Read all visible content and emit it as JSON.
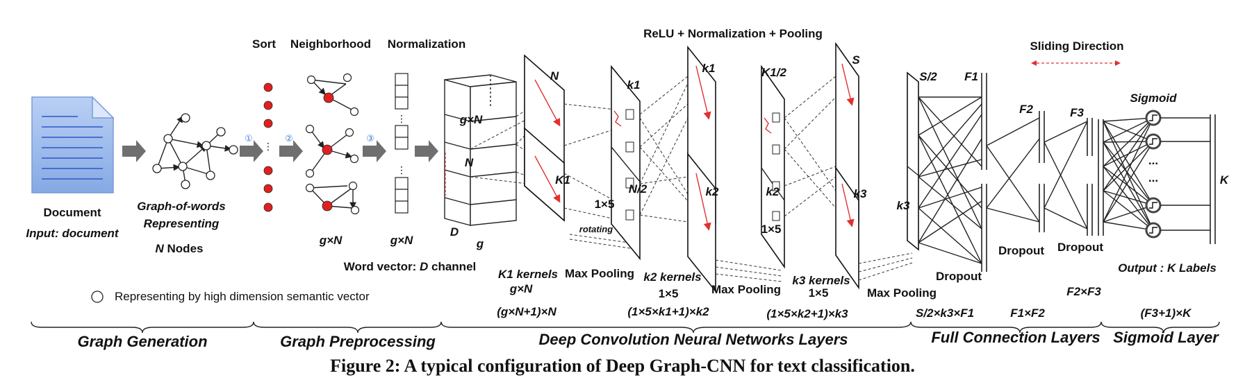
{
  "caption": "Figure 2: A typical configuration of Deep Graph-CNN for text classification.",
  "sections": {
    "graph_generation": "Graph Generation",
    "graph_preprocessing": "Graph Preprocessing",
    "dcnn": "Deep Convolution Neural Networks Layers",
    "full_connection": "Full Connection Layers",
    "sigmoid_layer": "Sigmoid Layer"
  },
  "input": {
    "document": "Document",
    "input_label": "Input: document"
  },
  "graph": {
    "title_line1": "Graph-of-words",
    "title_line2": "Representing",
    "n_prefix": "N",
    "n_suffix": " Nodes"
  },
  "steps": {
    "one": "①",
    "two": "②",
    "three": "③",
    "sort": "Sort",
    "neighborhood": "Neighborhood",
    "normalization": "Normalization"
  },
  "preproc": {
    "gxN_a": "g×N",
    "gxN_b": "g×N",
    "word_vector_prefix": "Word vector: ",
    "word_vector_D": "D",
    "word_vector_suffix": " channel"
  },
  "legend": {
    "text": "Representing by high dimension semantic vector"
  },
  "cube": {
    "gxN": "g×N",
    "N": "N",
    "D": "D",
    "g": "g"
  },
  "conv": {
    "header": "ReLU + Normalization + Pooling",
    "sliding": "Sliding Direction",
    "N": "N",
    "K1": "K1",
    "k1_top": "k1",
    "k1_mid": "k1",
    "N_half": "N/2",
    "k2": "k2",
    "k2_mid": "k2",
    "K1_half": "K1/2",
    "S": "S",
    "k3": "k3",
    "S_half": "S/2",
    "k3_fc": "k3",
    "onexfive_a": "1×5",
    "onexfive_b": "1×5",
    "rotating": "rotating",
    "k1_kernels": "K1 kernels",
    "gxN": "g×N",
    "max_pooling_1": "Max Pooling",
    "k2_kernels": "k2 kernels",
    "onexfive_c": "1×5",
    "max_pooling_2": "Max Pooling",
    "k3_kernels": "k3 kernels",
    "onexfive_d": "1×5",
    "max_pooling_3": "Max Pooling"
  },
  "params": {
    "p1": "(g×N+1)×N",
    "p2": "(1×5×k1+1)×k2",
    "p3": "(1×5×k2+1)×k3",
    "p4": "S/2×k3×F1",
    "p5": "F1×F2",
    "p6": "F2×F3",
    "p7": "(F3+1)×K"
  },
  "fc": {
    "F1": "F1",
    "F2": "F2",
    "F3": "F3",
    "dropout_1": "Dropout",
    "dropout_2": "Dropout",
    "dropout_3": "Dropout",
    "sigmoid": "Sigmoid",
    "K": "K",
    "dots_a": "...",
    "dots_b": "...",
    "output": "Output : K Labels"
  },
  "colors": {
    "accent_red": "#e02020",
    "document_blue": "#9dbcec",
    "step_blue": "#3f7fd8",
    "arrow_gray": "#6f6f6f"
  }
}
